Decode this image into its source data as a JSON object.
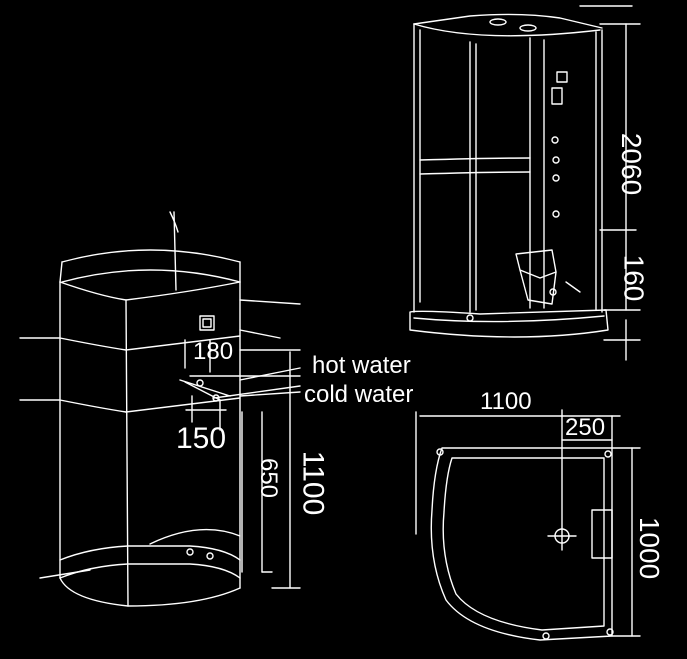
{
  "colors": {
    "background": "#000000",
    "line": "#ffffff"
  },
  "labels": {
    "hot_water": "hot water",
    "cold_water": "cold water",
    "dim_180": "180",
    "dim_150": "150",
    "dim_650": "650",
    "dim_1100_height": "1100",
    "dim_2060": "2060",
    "dim_160": "160",
    "dim_1100_width": "1100",
    "dim_250": "250",
    "dim_1000": "1000"
  }
}
